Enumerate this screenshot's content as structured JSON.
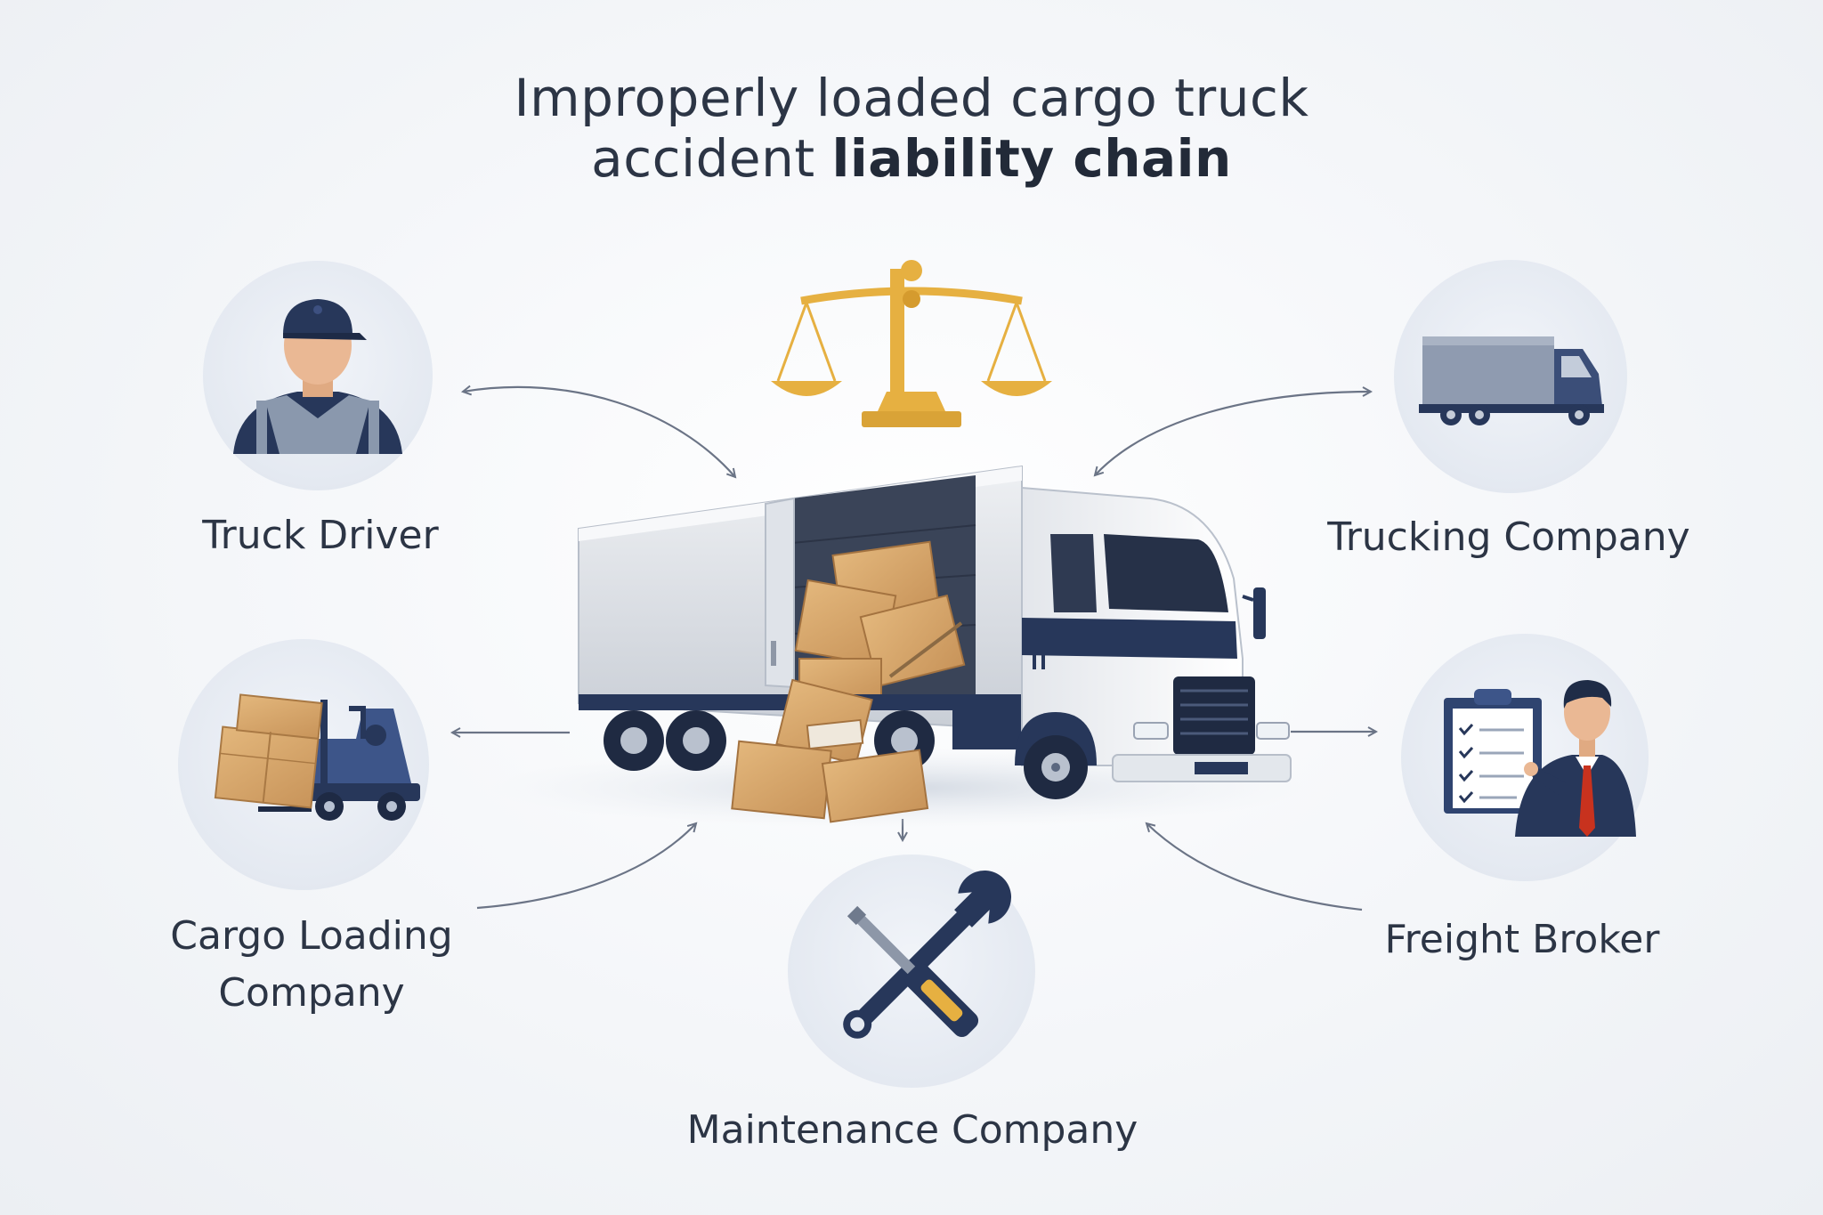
{
  "title": {
    "line1": "Improperly loaded cargo truck",
    "line2_prefix": "accident ",
    "line2_bold": "liability chain"
  },
  "parties": {
    "truck_driver": "Truck Driver",
    "trucking_company": "Trucking Company",
    "cargo_loading_line1": "Cargo Loading",
    "cargo_loading_line2": "Company",
    "freight_broker": "Freight Broker",
    "maintenance_company": "Maintenance Company"
  },
  "colors": {
    "navy": "#27375a",
    "gold": "#e6b041",
    "cardboard": "#d7a86e",
    "arrow": "#6b7486",
    "tie_red": "#c8321e"
  },
  "icons": [
    "scales-of-justice-icon",
    "truck-driver-icon",
    "delivery-truck-icon",
    "forklift-icon",
    "checklist-broker-icon",
    "wrench-screwdriver-icon",
    "cargo-truck-illustration"
  ]
}
